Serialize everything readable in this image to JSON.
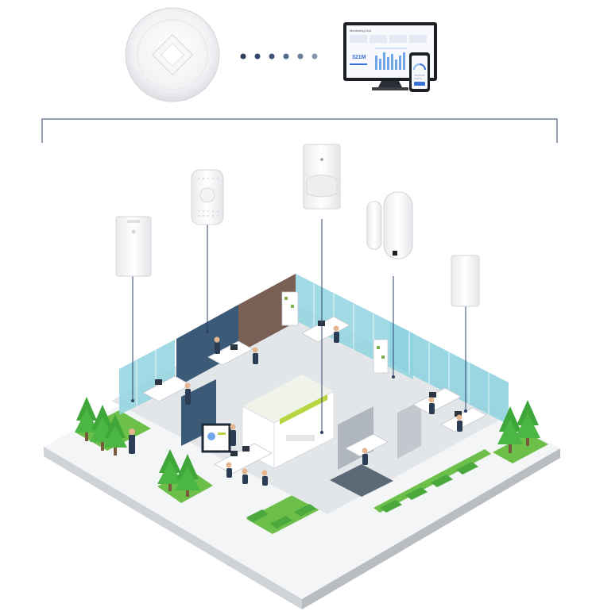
{
  "diagram": {
    "gateway": {
      "icon": "diamond-logo-icon"
    },
    "connection": {
      "dots": 6,
      "dot_colors": [
        "#2c3e5c",
        "#34476a",
        "#3f5479",
        "#52688c",
        "#6b7f9f",
        "#8797b2"
      ]
    },
    "dashboard": {
      "monitor_title": "Monitoring Unit",
      "monitor_metric": "321M",
      "phone_icon": "gauge-icon"
    },
    "sensors": [
      {
        "name": "door-contact-sensor"
      },
      {
        "name": "round-air-quality-sensor"
      },
      {
        "name": "pir-motion-sensor"
      },
      {
        "name": "window-door-magnet-sensor"
      },
      {
        "name": "temperature-humidity-sensor"
      },
      {
        "name": "wall-panel-sensor"
      }
    ],
    "colors": {
      "line": "#2f4266",
      "floor": "#eef0f2",
      "glass": "#8fd3e0",
      "grass": "#6cc04a",
      "tree": "#3fa63a",
      "wall": "#3a5a78",
      "accent": "#b7d641"
    }
  }
}
